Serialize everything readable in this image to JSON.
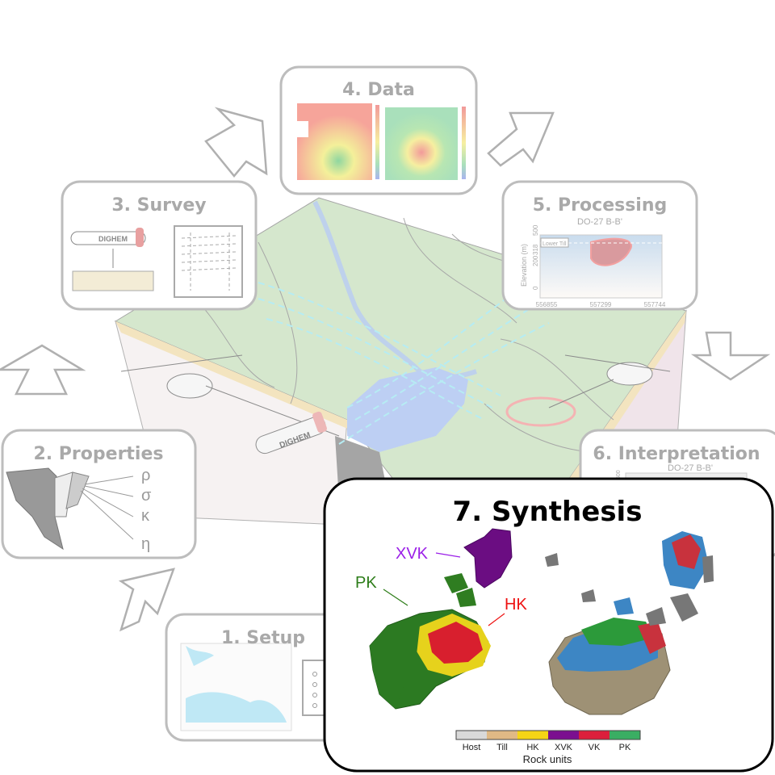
{
  "steps": {
    "setup": {
      "title": "1. Setup"
    },
    "properties": {
      "title": "2. Properties",
      "symbols": [
        "ρ",
        "σ",
        "κ",
        "η"
      ]
    },
    "survey": {
      "title": "3. Survey",
      "instrument": "DIGHEM"
    },
    "data": {
      "title": "4. Data"
    },
    "processing": {
      "title": "5. Processing",
      "plot_title": "DO-27 B-B'",
      "ylabel": "Elevation (m)",
      "yticks": [
        "500",
        "318",
        "200",
        "0"
      ],
      "xticks": [
        "556855",
        "557299",
        "557744"
      ],
      "annotation": "Lower Till"
    },
    "interpretation": {
      "title": "6. Interpretation",
      "plot_title": "DO-27 B-B'",
      "ytick": "500"
    },
    "synthesis": {
      "title": "7. Synthesis",
      "labels": {
        "xvk": "XVK",
        "pk": "PK",
        "hk": "HK"
      },
      "legend": {
        "title": "Rock units",
        "units": [
          "Host",
          "Till",
          "HK",
          "XVK",
          "VK",
          "PK"
        ],
        "colors": [
          "#d9d9d9",
          "#e0b985",
          "#f5d516",
          "#7b0f8f",
          "#dc1f3c",
          "#3aae63"
        ]
      }
    }
  },
  "block": {
    "instrument": "DIGHEM"
  },
  "colors": {
    "box_border": "#bdbdbd",
    "title_gray": "#a9a9a9",
    "synthesis_border": "#000000",
    "xvk_label": "#9b1fe8",
    "pk_label": "#2e7d1a",
    "hk_label": "#ee1111"
  }
}
